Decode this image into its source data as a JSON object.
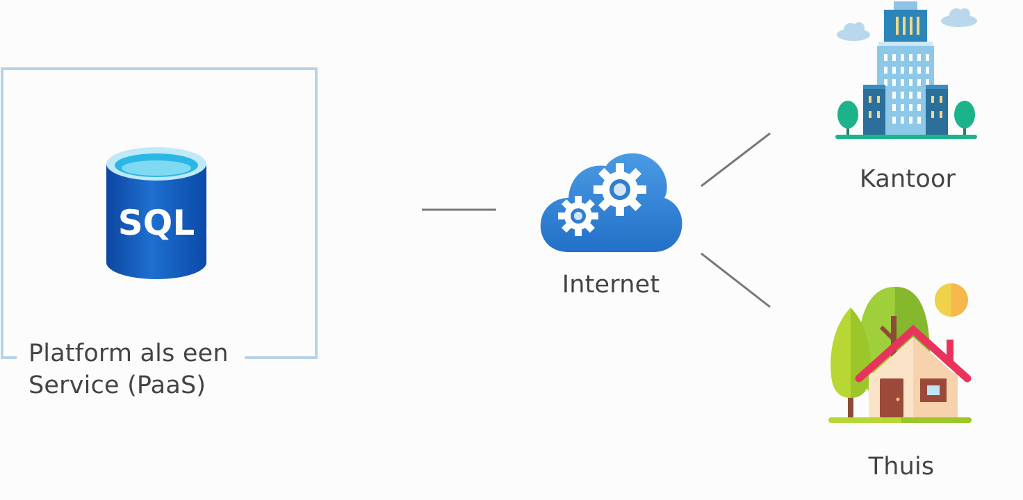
{
  "paas": {
    "line1": "Platform als een",
    "line2": "Service (PaaS)",
    "icon": "sql-database-icon",
    "icon_text": "SQL"
  },
  "internet": {
    "label": "Internet",
    "icon": "cloud-gears-icon"
  },
  "office": {
    "label": "Kantoor",
    "icon": "office-building-icon"
  },
  "home": {
    "label": "Thuis",
    "icon": "house-icon"
  },
  "colors": {
    "frame": "#b8d2e8",
    "connector": "#777777",
    "sql_blue": "#1565c0",
    "cloud_blue": "#2f7fd1",
    "roof": "#e8345c"
  }
}
